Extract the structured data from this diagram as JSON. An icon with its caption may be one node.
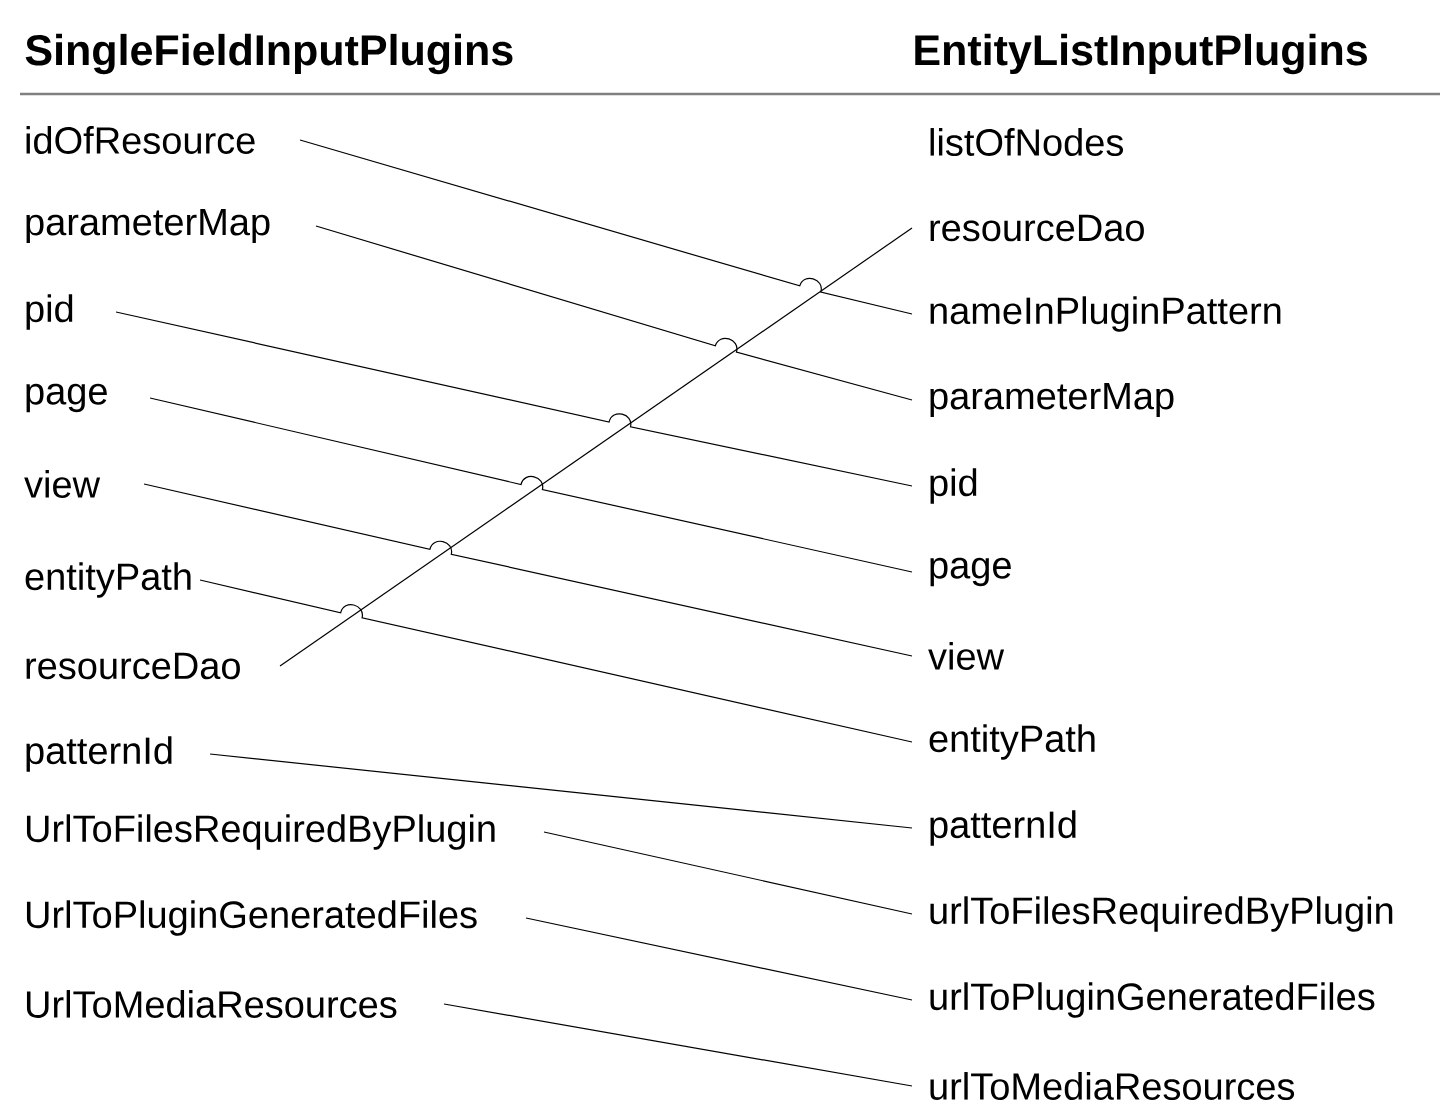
{
  "diagram": {
    "nodes": [
      {
        "text": [
          "idOfResource"
        ]
      },
      {
        "text": [
          "parameterMap"
        ]
      },
      {
        "text": [
          "pid"
        ]
      },
      {
        "text": [
          "page"
        ]
      },
      {
        "text": [
          "view"
        ]
      },
      {
        "text": [
          "entityPath"
        ]
      },
      {
        "text": [
          "resourceDao"
        ]
      },
      {
        "text": [
          "patternId"
        ]
      },
      {
        "text": [
          "UrlToFilesRequiredByPlugin"
        ]
      },
      {
        "text": [
          "UrlToPluginGeneratedFiles"
        ]
      },
      {
        "text": [
          "UrlToMediaResources"
        ]
      },
      {
        "text": [
          "listOfNodes"
        ]
      },
      {
        "text": [
          "resourceDao"
        ]
      },
      {
        "text": [
          "nameInPluginPattern"
        ]
      },
      {
        "text": [
          "parameterMap"
        ]
      },
      {
        "text": [
          "pid"
        ]
      },
      {
        "text": [
          "page"
        ]
      },
      {
        "text": [
          "view"
        ]
      },
      {
        "text": [
          "entityPath"
        ]
      },
      {
        "text": [
          "patternId"
        ]
      },
      {
        "text": [
          "urlToFilesRequiredByPlugin"
        ]
      },
      {
        "text": [
          "urlToPluginGeneratedFiles"
        ]
      },
      {
        "text": [
          "urlToMediaResources"
        ]
      }
    ],
    "edges": [
      {
        "from": 0,
        "to": 13,
        "arrow": "none"
      },
      {
        "from": 1,
        "to": 14,
        "arrow": "none"
      },
      {
        "from": 2,
        "to": 15,
        "arrow": "none"
      },
      {
        "from": 3,
        "to": 16,
        "arrow": "none"
      },
      {
        "from": 4,
        "to": 17,
        "arrow": "none"
      },
      {
        "from": 5,
        "to": 18,
        "arrow": "none"
      },
      {
        "from": 6,
        "to": 12,
        "arrow": "none"
      },
      {
        "from": 7,
        "to": 19,
        "arrow": "none"
      },
      {
        "from": 8,
        "to": 20,
        "arrow": "none"
      },
      {
        "from": 9,
        "to": 21,
        "arrow": "none"
      },
      {
        "from": 10,
        "to": 22,
        "arrow": "none"
      }
    ],
    "labels": [
      "SingleFieldInputPlugins",
      "EntityListInputPlugins"
    ]
  }
}
